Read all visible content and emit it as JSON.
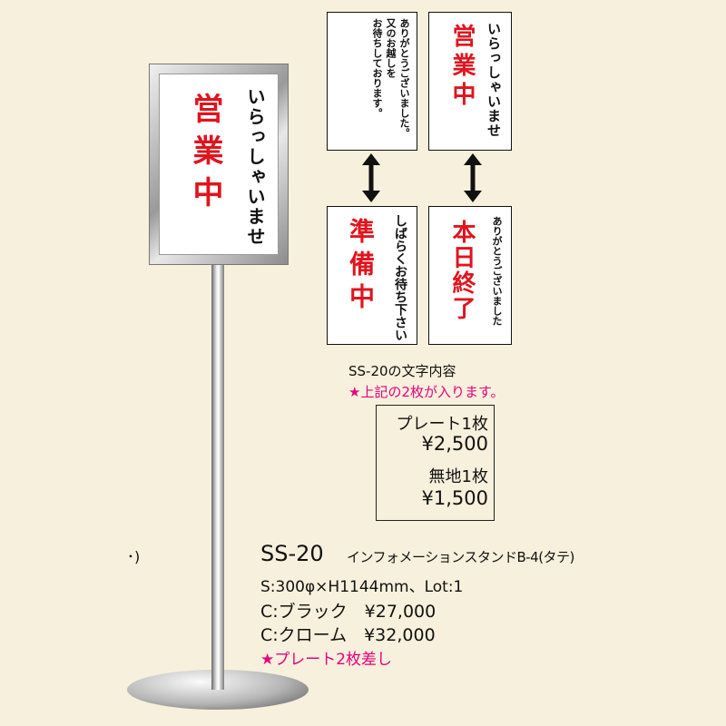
{
  "stand_sign": {
    "welcome": "いらっしゃいませ",
    "open_big": "営業中"
  },
  "plates": {
    "p1": {
      "thanks": "ありがとうございました。",
      "line2": "又のお越しを",
      "line3": "お待ちしております。"
    },
    "p2": {
      "open_big": "営業中",
      "welcome": "いらっしゃいませ"
    },
    "p3": {
      "prep_big": "準備中",
      "wait": "しばらくお待ち下さい"
    },
    "p4": {
      "closed_big": "本日終了",
      "thanks": "ありがとうございました"
    }
  },
  "caption": {
    "content_label": "SS-20の文字内容",
    "note": "★上記の2枚が入ります。"
  },
  "price_box": {
    "plate_label": "プレート1枚",
    "plate_price": "¥2,500",
    "plain_label": "無地1枚",
    "plain_price": "¥1,500"
  },
  "product": {
    "left_fragment": "･)",
    "code": "SS-20",
    "name": "インフォメーションスタンドB-4(タテ)",
    "size": "S:300φ×H1144mm、Lot:1",
    "black": "C:ブラック　¥27,000",
    "chrome": "C:クローム　¥32,000",
    "note": "★プレート2枚差し"
  }
}
